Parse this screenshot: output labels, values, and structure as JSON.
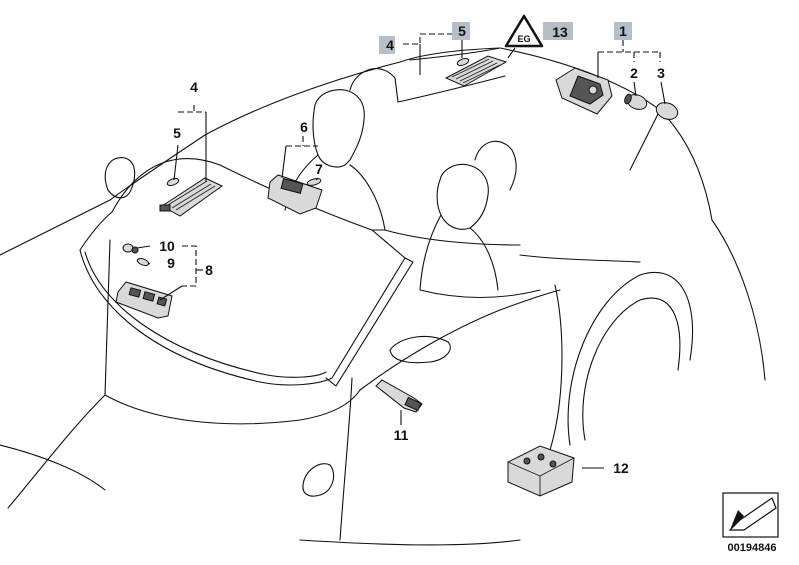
{
  "labels": {
    "p1": "1",
    "p2": "2",
    "p3": "3",
    "p4_top": "4",
    "p5_top": "5",
    "p4_left": "4",
    "p5_left": "5",
    "p6": "6",
    "p7": "7",
    "p8": "8",
    "p9": "9",
    "p10": "10",
    "p11": "11",
    "p12": "12",
    "p13": "13"
  },
  "warning_symbol_text": "EG",
  "diagram_reference": "00194846"
}
